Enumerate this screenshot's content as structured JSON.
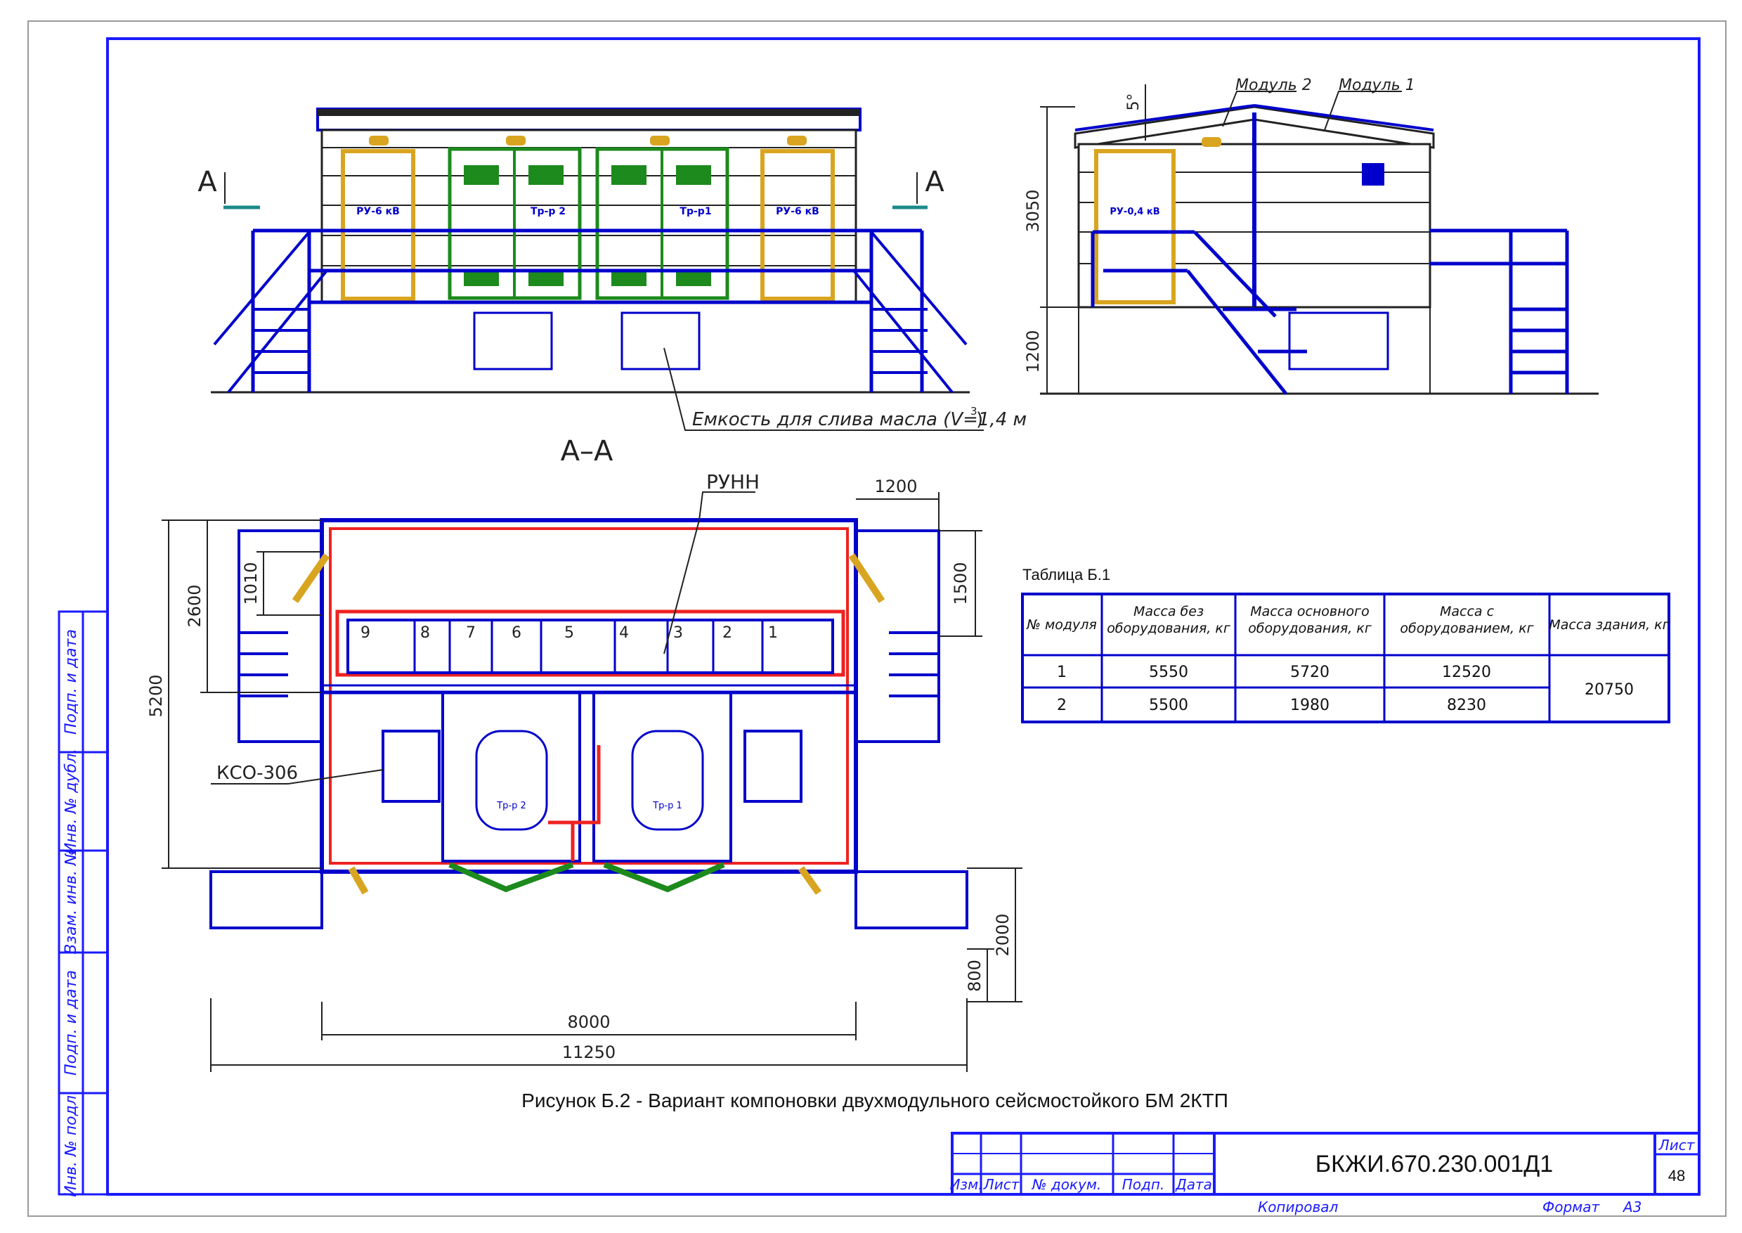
{
  "colors": {
    "frame": "#1a1aff",
    "steel": "#0000cc",
    "gold": "#d9a520",
    "green": "#1c8a1c",
    "red": "#ee2222",
    "line": "#222222"
  },
  "front_view": {
    "section_marks": [
      "А",
      "А"
    ],
    "door_labels": [
      "РУ-6 кВ",
      "Тр-р 2",
      "Тр-р1",
      "РУ-6 кВ"
    ],
    "oil_tank_note": "Емкость для слива масла (V=1,4 м"
  },
  "side_view": {
    "roof_slope": "5°",
    "module_labels": [
      "Модуль 2",
      "Модуль 1"
    ],
    "door_label": "РУ-0,4 кВ",
    "height_upper": "3050",
    "height_lower": "1200"
  },
  "plan_view": {
    "section_title": "А–А",
    "runn_label": "РУНН",
    "kso_label": "КСО-306",
    "panel_numbers": [
      "9",
      "8",
      "7",
      "6",
      "5",
      "4",
      "3",
      "2",
      "1"
    ],
    "transformer_labels": [
      "Тр-р 2",
      "Тр-р 1"
    ],
    "dims": {
      "top_right": "1200",
      "right": "1500",
      "left_1010": "1010",
      "left_2600": "2600",
      "left_5200": "5200",
      "right_2000": "2000",
      "right_800": "800",
      "width_8000": "8000",
      "width_11250": "11250"
    }
  },
  "table": {
    "title": "Таблица Б.1",
    "headers": [
      "№ модуля",
      "Масса без оборудования, кг",
      "Масса основного оборудования, кг",
      "Масса с оборудованием, кг",
      "Масса здания, кг"
    ],
    "rows": [
      [
        "1",
        "5550",
        "5720",
        "12520"
      ],
      [
        "2",
        "5500",
        "1980",
        "8230"
      ]
    ],
    "building_mass": "20750"
  },
  "figure_caption": "Рисунок Б.2 - Вариант компоновки двухмодульного сейсмостойкого БМ 2КТП",
  "side_strip": [
    "Подп. и дата",
    "Инв. № дубл.",
    "Взам. инв. №",
    "Подп. и дата",
    "Инв. № подл."
  ],
  "title_block": {
    "designation": "БКЖИ.670.230.001Д1",
    "sheet_label": "Лист",
    "sheet_number": "48",
    "columns": [
      "Изм.",
      "Лист",
      "№ докум.",
      "Подп.",
      "Дата"
    ],
    "copied": "Копировал",
    "format": "Формат",
    "format_value": "А3"
  }
}
